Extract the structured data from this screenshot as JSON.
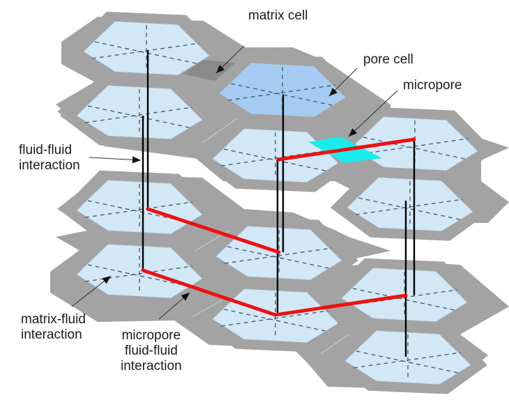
{
  "diagram": {
    "labels": {
      "matrix_cell": "matrix cell",
      "pore_cell": "pore cell",
      "micropore": "micropore",
      "fluid_fluid": "fluid-fluid\ninteraction",
      "matrix_fluid": "matrix-fluid\ninteraction",
      "micropore_fluid_fluid": "micropore\nfluid-fluid\ninteraction"
    },
    "colors": {
      "plate": "#a3a3a3",
      "cell": "#d3e8f6",
      "matrix_cell": "#8a8a8a",
      "pore_cell": "#a6cbf2",
      "micropore": "#19ecec",
      "micropore_interaction": "#ee1111",
      "fluid_interaction": "#000000"
    }
  }
}
